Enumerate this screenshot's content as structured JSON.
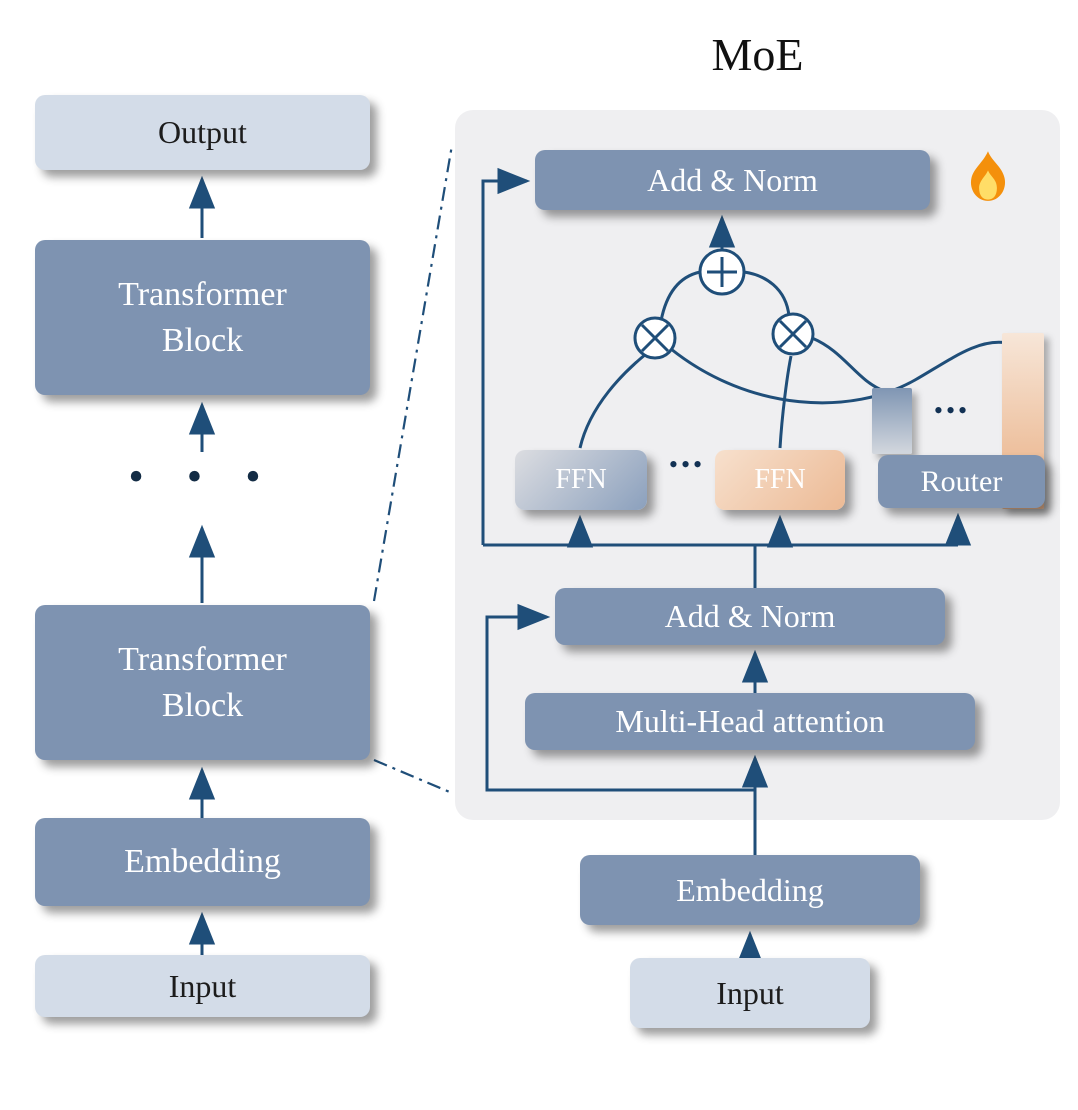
{
  "title": "MoE",
  "left_column": {
    "output_label": "Output",
    "transformer_block_top_label": "Transformer Block",
    "dots": "• • •",
    "transformer_block_bottom_label": "Transformer Block",
    "embedding_label": "Embedding",
    "input_label": "Input"
  },
  "moe_panel": {
    "add_norm_top_label": "Add & Norm",
    "ffn_left_label": "FFN",
    "ffn_dots": "•••",
    "ffn_right_label": "FFN",
    "bars_dots": "•••",
    "router_label": "Router",
    "add_norm_bottom_label": "Add & Norm",
    "multi_head_attention_label": "Multi-Head attention",
    "embedding_label": "Embedding",
    "input_label": "Input",
    "flame_icon": "flame"
  },
  "colors": {
    "dark_box": "#7e93b1",
    "light_box": "#d3dce8",
    "panel_bg": "#efeff1",
    "line": "#1f4e79",
    "ffn_left_gradient": "#dcdde1 to #8ba0bd",
    "ffn_right_gradient": "#f7e0cd to #ecba95",
    "blue_bar_gradient": "#7f95b3 to #d3d7de",
    "orange_bar_gradient": "#f7e6d8 to #e9ae82"
  }
}
